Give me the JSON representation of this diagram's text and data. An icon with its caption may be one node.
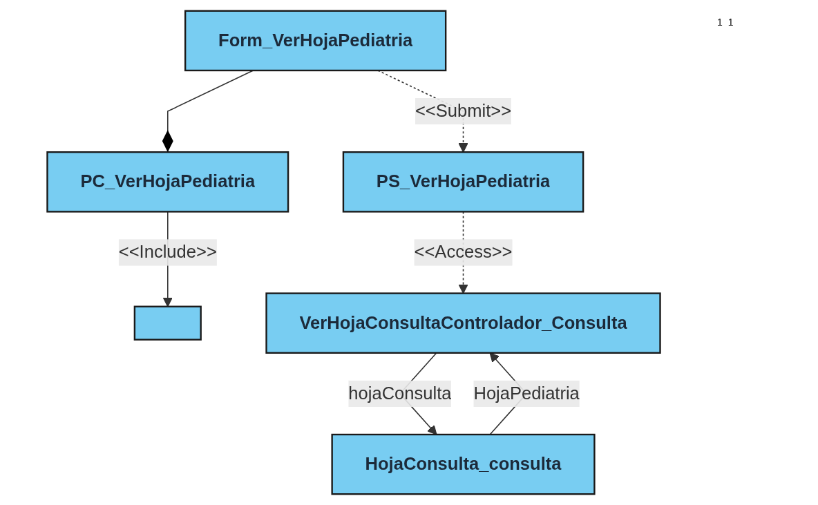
{
  "diagram": {
    "nodes": [
      {
        "text": [
          "Form_VerHojaPediatria"
        ]
      },
      {
        "text": [
          "PC_VerHojaPediatria"
        ]
      },
      {
        "text": [
          "PS_VerHojaPediatria"
        ]
      },
      {
        "text": [],
        "shape": "box"
      },
      {
        "text": [
          "VerHojaConsultaControlador_Consulta"
        ]
      },
      {
        "text": [
          "HojaConsulta_consulta"
        ]
      }
    ],
    "edges": [
      {
        "from": 0,
        "to": 1,
        "arrow": "other"
      },
      {
        "from": 0,
        "to": 2,
        "arrow": "to",
        "label": "<<Submit>>",
        "style": "dashed"
      },
      {
        "from": 1,
        "to": 3,
        "arrow": "to",
        "label": "<<Include>>"
      },
      {
        "from": 2,
        "to": 4,
        "arrow": "to",
        "label": "<<Access>>",
        "style": "dashed"
      },
      {
        "from": 4,
        "to": 5,
        "arrow": "to",
        "label": "hojaConsulta"
      },
      {
        "from": 5,
        "to": 4,
        "arrow": "to",
        "label": "HojaPediatria"
      }
    ],
    "labels": [
      "1",
      "1"
    ]
  }
}
